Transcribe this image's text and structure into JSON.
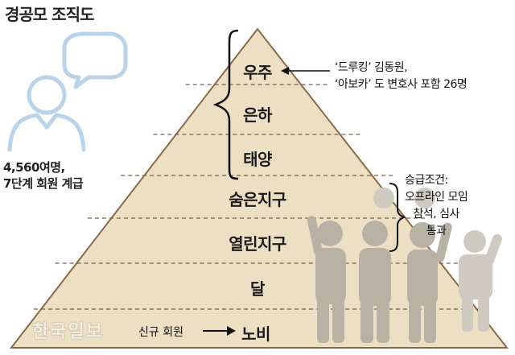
{
  "title": "경공모 조직도",
  "members_note": [
    "4,560여명,",
    "7단계 회원 계급"
  ],
  "tiers": [
    "우주",
    "은하",
    "태양",
    "숨은지구",
    "열린지구",
    "달",
    "노비"
  ],
  "top_annotation": [
    "‘드루킹’ 김동원,",
    "‘아보카’ 도 변호사 포함 26명"
  ],
  "promotion_condition": [
    "승급조건:",
    "오프라인 모임",
    "참석, 심사",
    "통과"
  ],
  "new_member_label": "신규 회원",
  "watermark": "한국일보",
  "colors": {
    "pyramid": "#ecdfc4",
    "pyramid_edge": "#8a6a48",
    "person_outline": "#b9d3ea",
    "people_dark": "#b8b2a4",
    "people_light": "#cfcabf"
  }
}
